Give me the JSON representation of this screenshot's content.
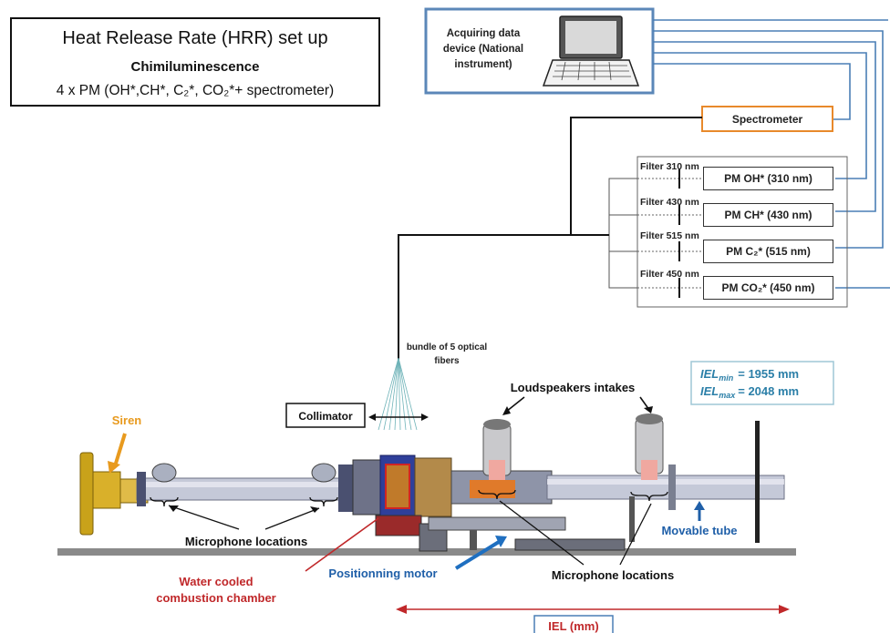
{
  "title_box": {
    "title": "Heat Release Rate (HRR) set up",
    "subtitle": "Chimiluminescence",
    "detail": "4 x PM (OH*,CH*, C₂*, CO₂*+ spectrometer)"
  },
  "daq": {
    "label_lines": [
      "Acquiring data",
      "device (National",
      "instrument)"
    ],
    "icon": "laptop-icon"
  },
  "spectrometer": {
    "label": "Spectrometer"
  },
  "filters": [
    {
      "filter": "Filter 310 nm",
      "pm": "PM OH* (310 nm)"
    },
    {
      "filter": "Filter 430 nm",
      "pm": "PM CH* (430 nm)"
    },
    {
      "filter": "Filter 515 nm",
      "pm": "PM C₂* (515 nm)"
    },
    {
      "filter": "Filter 450 nm",
      "pm": "PM CO₂* (450 nm)"
    }
  ],
  "fiber": {
    "lines": [
      "bundle of 5 optical",
      "fibers"
    ]
  },
  "collimator": {
    "label": "Collimator"
  },
  "iel_box": {
    "min_label": "IEL",
    "min_sub": "min",
    "min_value": "=  1955 mm",
    "max_label": "IEL",
    "max_sub": "max",
    "max_value": "=  2048 mm"
  },
  "annotations": {
    "siren": "Siren",
    "loudspeakers": "Loudspeakers intakes",
    "mic_left": "Microphone locations",
    "mic_right": "Microphone locations",
    "water_line1": "Water cooled",
    "water_line2": "combustion chamber",
    "positioning_motor": "Positionning motor",
    "movable_tube": "Movable tube",
    "iel": "IEL (mm)"
  },
  "colors": {
    "blue_wire": "#4a7fb5",
    "orange": "#e8892b",
    "red": "#c0282a",
    "anno_blue": "#1f5fa8",
    "iel_text": "#2b7fa8",
    "siren_orange": "#e89a1e"
  }
}
